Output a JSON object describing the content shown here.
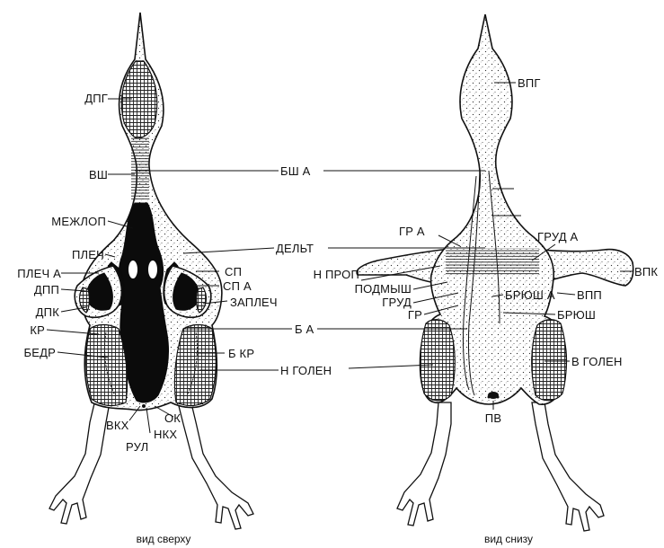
{
  "left_view": {
    "caption": "вид сверху",
    "labels": {
      "dpg": "ДПГ",
      "vsh": "ВШ",
      "mezhlop": "МЕЖЛОП",
      "plech": "ПЛЕЧ",
      "plech_a": "ПЛЕЧ А",
      "dpp": "ДПП",
      "dpk": "ДПК",
      "kr": "КР",
      "bedr": "БЕДР",
      "vkh": "ВКХ",
      "rul": "РУЛ",
      "nkh": "НКХ",
      "ok": "ОК",
      "sp": "СП",
      "sp_a": "СП А",
      "zaplech": "ЗАПЛЕЧ",
      "b_kr": "Б КР"
    }
  },
  "center_labels": {
    "bsh_a": "БШ А",
    "delt": "ДЕЛЬТ",
    "b_a": "Б А",
    "n_golen": "Н ГОЛЕН"
  },
  "right_view": {
    "caption": "вид снизу",
    "labels": {
      "vpg": "ВПГ",
      "gr_a": "ГР А",
      "grud_a": "ГРУД А",
      "vpk": "ВПК",
      "n_prop": "Н ПРОП",
      "podmysh": "ПОДМЫШ",
      "grud": "ГРУД",
      "gr": "ГР",
      "bryush_a": "БРЮШ А",
      "vpp": "ВПП",
      "bryush": "БРЮШ",
      "v_golen": "В ГОЛЕН",
      "pv": "ПВ"
    }
  }
}
